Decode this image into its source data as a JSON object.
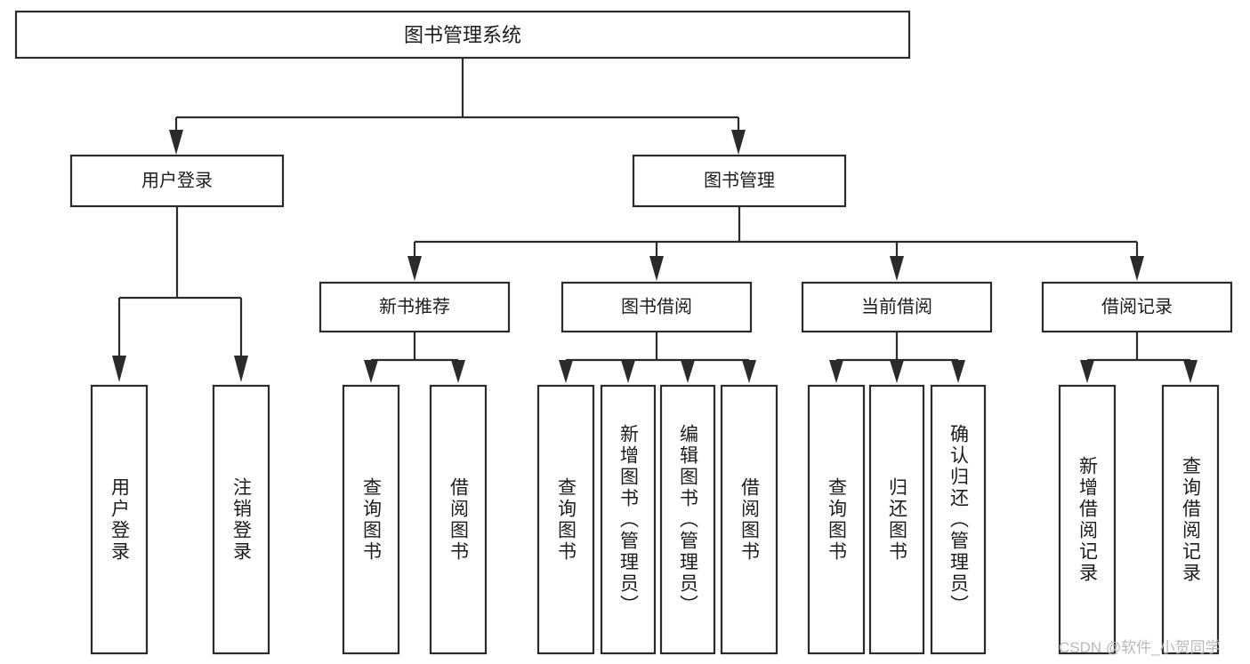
{
  "diagram": {
    "kind": "hierarchy-tree",
    "title_node": {
      "label": "图书管理系统"
    },
    "level2": [
      {
        "id": "user-login",
        "label": "用户登录"
      },
      {
        "id": "book-management",
        "label": "图书管理"
      }
    ],
    "level3": [
      {
        "id": "new-book-recommend",
        "label": "新书推荐"
      },
      {
        "id": "book-borrow",
        "label": "图书借阅"
      },
      {
        "id": "current-borrow",
        "label": "当前借阅"
      },
      {
        "id": "borrow-record",
        "label": "借阅记录"
      }
    ],
    "leaves": [
      {
        "id": "leaf-user-login",
        "label": "用户登录",
        "parent": "user-login"
      },
      {
        "id": "leaf-logout-login",
        "label": "注销登录",
        "parent": "user-login"
      },
      {
        "id": "leaf-query-book-1",
        "label": "查询图书",
        "parent": "new-book-recommend"
      },
      {
        "id": "leaf-borrow-book-1",
        "label": "借阅图书",
        "parent": "new-book-recommend"
      },
      {
        "id": "leaf-query-book-2",
        "label": "查询图书",
        "parent": "book-borrow"
      },
      {
        "id": "leaf-add-book",
        "label": "新增图书（管理员）",
        "parent": "book-borrow"
      },
      {
        "id": "leaf-edit-book",
        "label": "编辑图书（管理员）",
        "parent": "book-borrow"
      },
      {
        "id": "leaf-borrow-book-2",
        "label": "借阅图书",
        "parent": "book-borrow"
      },
      {
        "id": "leaf-query-book-3",
        "label": "查询图书",
        "parent": "current-borrow"
      },
      {
        "id": "leaf-return-book",
        "label": "归还图书",
        "parent": "current-borrow"
      },
      {
        "id": "leaf-confirm-return",
        "label": "确认归还（管理员）",
        "parent": "current-borrow"
      },
      {
        "id": "leaf-add-record",
        "label": "新增借阅记录",
        "parent": "borrow-record"
      },
      {
        "id": "leaf-query-record",
        "label": "查询借阅记录",
        "parent": "borrow-record"
      }
    ],
    "watermark": "CSDN @软件_小贺同学",
    "colors": {
      "stroke": "#2b2b2b",
      "box_fill": "#ffffff",
      "text": "#1c1c1c",
      "background": "#ffffff",
      "watermark": "#b9b9b9"
    }
  }
}
